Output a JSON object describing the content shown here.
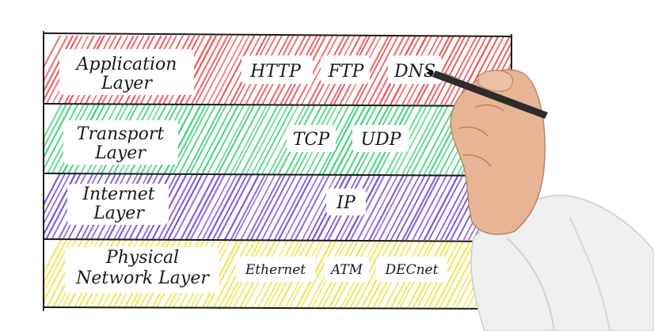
{
  "layers": [
    {
      "id": "application",
      "name_lines": [
        "Application",
        "Layer"
      ],
      "protocols": [
        "HTTP",
        "FTP",
        "DNS"
      ],
      "color": "#e8555a"
    },
    {
      "id": "transport",
      "name_lines": [
        "Transport",
        "Layer"
      ],
      "protocols": [
        "TCP",
        "UDP"
      ],
      "color": "#3fd27a"
    },
    {
      "id": "internet",
      "name_lines": [
        "Internet",
        "Layer"
      ],
      "protocols": [
        "IP"
      ],
      "color": "#7a4fd6"
    },
    {
      "id": "physical",
      "name_lines": [
        "Physical",
        "Network Layer"
      ],
      "protocols": [
        "Ethernet",
        "ATM",
        "DECnet"
      ],
      "color": "#f2e24a"
    }
  ],
  "colors": {
    "ink": "#1a1a1a",
    "skin": "#e7b596",
    "sleeve": "#eef0ee",
    "pen": "#2c2c2c"
  }
}
